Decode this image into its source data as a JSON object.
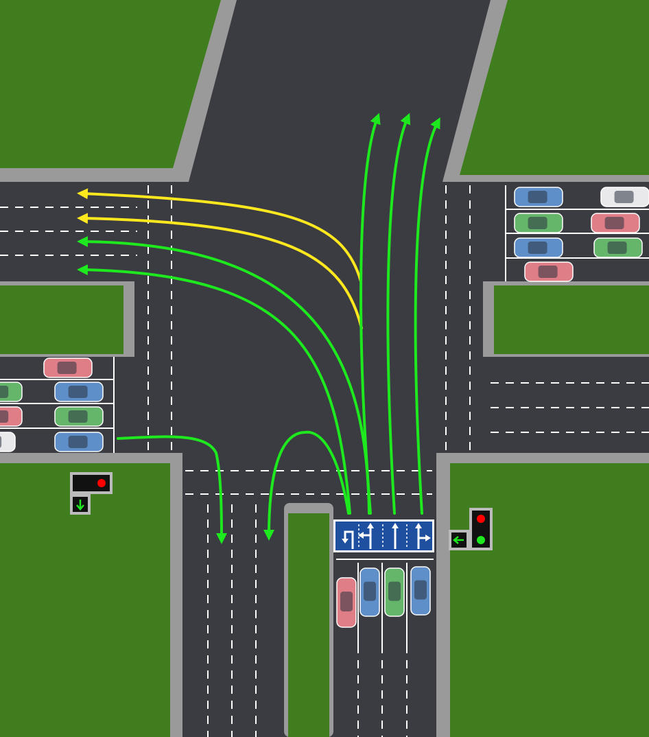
{
  "diagram": {
    "kind": "road-intersection-lane-guidance",
    "colors": {
      "grass": "#3f7d1e",
      "grass_light": "#4a8c26",
      "curb": "#9a9a9a",
      "asphalt": "#3b3b42",
      "lane_marking": "#ffffff",
      "permitted_path": "#1ee81e",
      "yielding_path": "#ffe81e",
      "sign_blue": "#1f4f9f",
      "signal_red": "#ff0000",
      "signal_green": "#1ee81e"
    },
    "lane_sign": {
      "lanes": [
        "u-turn-left",
        "left-straight",
        "straight",
        "straight-right"
      ]
    },
    "paths": [
      {
        "id": "east-lane1-left-to-west-1",
        "color": "yielding_path"
      },
      {
        "id": "east-lane1-left-to-west-2",
        "color": "yielding_path"
      },
      {
        "id": "south-lane2-left-to-west-3",
        "color": "permitted_path"
      },
      {
        "id": "south-lane1-left-to-west-4",
        "color": "permitted_path"
      },
      {
        "id": "south-lane1-u-turn",
        "color": "permitted_path"
      },
      {
        "id": "south-lane2-straight",
        "color": "permitted_path"
      },
      {
        "id": "south-lane3-straight",
        "color": "permitted_path"
      },
      {
        "id": "south-lane4-straight",
        "color": "permitted_path"
      },
      {
        "id": "west-right-turn-south",
        "color": "permitted_path"
      }
    ],
    "traffic_lights": [
      {
        "id": "west-approach-light",
        "main": "red",
        "arrow_section": "down-arrow-green"
      },
      {
        "id": "south-approach-light",
        "main": "red",
        "arrow_section": "left-arrow-green"
      }
    ],
    "cars": [
      {
        "id": "car-east-1",
        "color": "#5e8fc8"
      },
      {
        "id": "car-east-2",
        "color": "#e9e9ec"
      },
      {
        "id": "car-east-3",
        "color": "#65b56a"
      },
      {
        "id": "car-east-4",
        "color": "#e07e88"
      },
      {
        "id": "car-east-5",
        "color": "#5e8fc8"
      },
      {
        "id": "car-east-6",
        "color": "#65b56a"
      },
      {
        "id": "car-east-7",
        "color": "#e07e88"
      },
      {
        "id": "car-west-1",
        "color": "#e07e88"
      },
      {
        "id": "car-west-2",
        "color": "#65b56a"
      },
      {
        "id": "car-west-3",
        "color": "#5e8fc8"
      },
      {
        "id": "car-west-4",
        "color": "#e07e88"
      },
      {
        "id": "car-west-5",
        "color": "#65b56a"
      },
      {
        "id": "car-west-6",
        "color": "#e9e9ec"
      },
      {
        "id": "car-west-7",
        "color": "#5e8fc8"
      },
      {
        "id": "car-south-1",
        "color": "#e07e88"
      },
      {
        "id": "car-south-2",
        "color": "#5e8fc8"
      },
      {
        "id": "car-south-3",
        "color": "#65b56a"
      },
      {
        "id": "car-south-4",
        "color": "#5e8fc8"
      }
    ]
  }
}
